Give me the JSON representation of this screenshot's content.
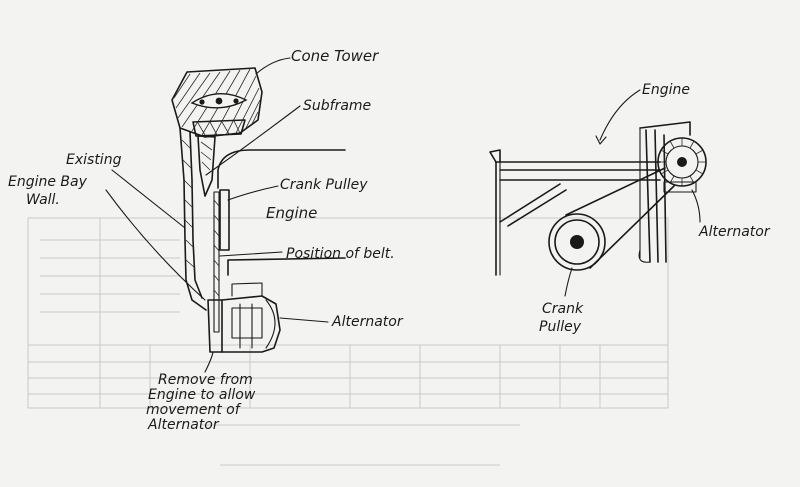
{
  "labels": {
    "cone_tower": "Cone Tower",
    "subframe": "Subframe",
    "existing": "Existing",
    "engine_bay": "Engine Bay",
    "wall": "Wall.",
    "crank_pulley": "Crank Pulley",
    "engine_left": "Engine",
    "position_of_belt": "Position of belt.",
    "alternator_left": "Alternator",
    "remove_1": "Remove from",
    "remove_2": "Engine to allow",
    "remove_3": "movement of",
    "remove_4": "Alternator",
    "engine_right": "Engine",
    "alternator_right": "Alternator",
    "crank_right_1": "Crank",
    "crank_right_2": "Pulley"
  },
  "colors": {
    "ink": "#1a1a1a",
    "paper": "#f3f3f1",
    "ghost": "#c9c9c6"
  }
}
